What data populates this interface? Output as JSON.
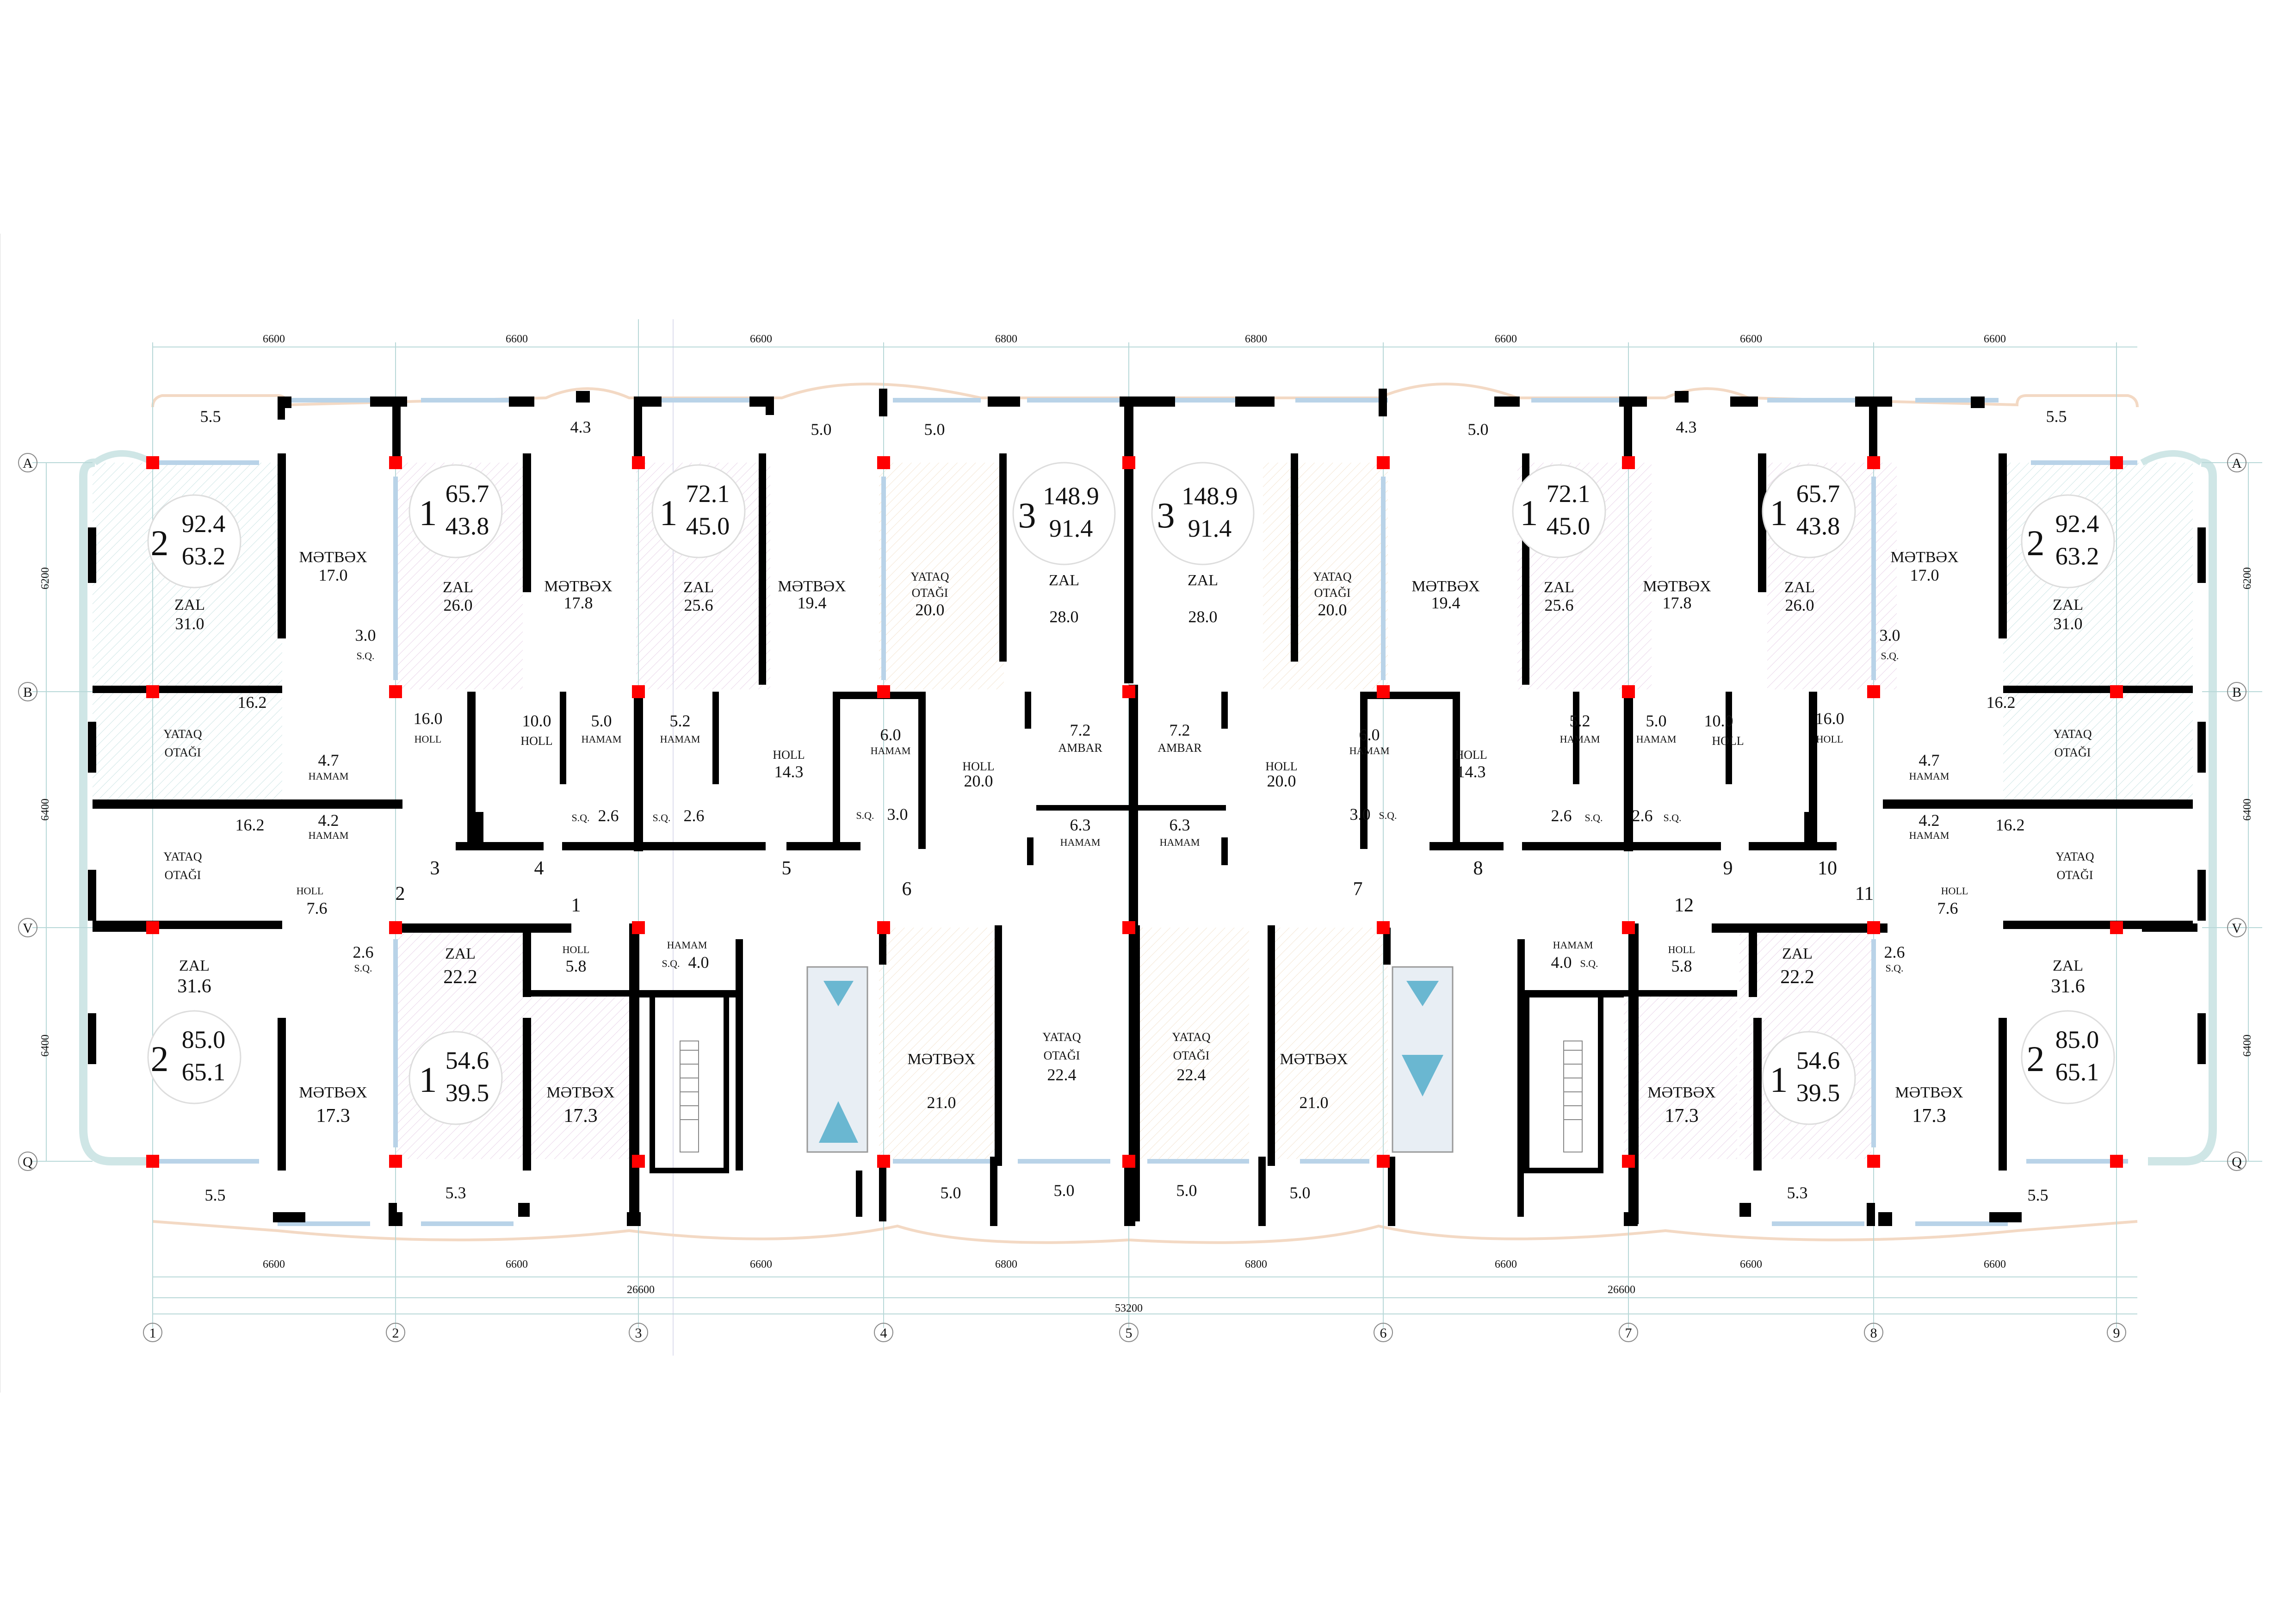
{
  "axes": {
    "cols": [
      "1",
      "2",
      "3",
      "4",
      "5",
      "6",
      "7",
      "8",
      "9"
    ],
    "rows": [
      "A",
      "B",
      "V",
      "Q"
    ]
  },
  "dimensions": {
    "top": [
      "6600",
      "6600",
      "6600",
      "6800",
      "6800",
      "6600",
      "6600",
      "6600"
    ],
    "bottom": [
      "6600",
      "6600",
      "6600",
      "6800",
      "6800",
      "6600",
      "6600",
      "6600"
    ],
    "half_left": "26600",
    "half_right": "26600",
    "total": "53200",
    "left_side": [
      "6200",
      "6400",
      "6400"
    ],
    "right_side": [
      "6200",
      "6400",
      "6400"
    ]
  },
  "apartments": [
    {
      "rooms": "2",
      "total": "92.4",
      "living": "63.2"
    },
    {
      "rooms": "1",
      "total": "65.7",
      "living": "43.8"
    },
    {
      "rooms": "1",
      "total": "72.1",
      "living": "45.0"
    },
    {
      "rooms": "3",
      "total": "148.9",
      "living": "91.4"
    },
    {
      "rooms": "3",
      "total": "148.9",
      "living": "91.4"
    },
    {
      "rooms": "1",
      "total": "72.1",
      "living": "45.0"
    },
    {
      "rooms": "1",
      "total": "65.7",
      "living": "43.8"
    },
    {
      "rooms": "2",
      "total": "92.4",
      "living": "63.2"
    },
    {
      "rooms": "2",
      "total": "85.0",
      "living": "65.1"
    },
    {
      "rooms": "1",
      "total": "54.6",
      "living": "39.5"
    },
    {
      "rooms": "1",
      "total": "54.6",
      "living": "39.5"
    },
    {
      "rooms": "2",
      "total": "85.0",
      "living": "65.1"
    }
  ],
  "labels": {
    "zal": "ZAL",
    "metbex": "MƏTBƏX",
    "yataq": "YATAQ",
    "otagi": "OTAĞI",
    "hamam": "HAMAM",
    "holl": "HOLL",
    "ambar": "AMBAR",
    "sq": "S.Q."
  },
  "top_rooms": {
    "zal_left": "31.0",
    "metbex_1": "17.0",
    "sq_1": "3.0",
    "zal_2": "26.0",
    "metbex_2": "17.8",
    "zal_3": "25.6",
    "metbex_3": "19.4",
    "yataq_4": "20.0",
    "zal_5": "28.0",
    "zal_6": "28.0",
    "yataq_7": "20.0",
    "metbex_8": "19.4",
    "zal_9": "25.6",
    "metbex_10": "17.8",
    "zal_11": "26.0",
    "metbex_12": "17.0",
    "sq_12": "3.0",
    "zal_right": "31.0"
  },
  "balconies": {
    "top": [
      "5.5",
      "4.3",
      "5.0",
      "5.0",
      "5.0",
      "4.3",
      "5.5"
    ],
    "bottom": [
      "5.5",
      "5.3",
      "5.0",
      "5.0",
      "5.0",
      "5.0",
      "5.3",
      "5.5"
    ]
  },
  "middle_rooms": {
    "balcony_left_b": "16.2",
    "yataq_left_1": "",
    "hamam_l1": "4.7",
    "hamam_l2": "4.2",
    "holl_l1": "16.0",
    "balcony_left_v": "16.2",
    "holl_l2": "10.0",
    "hamam_l3": "5.0",
    "hamam_l4": "5.2",
    "sq_l3": "2.6",
    "sq_l4": "2.6",
    "holl_l3": "14.3",
    "hamam_l5": "6.0",
    "sq_l5": "3.0",
    "holl_l4": "20.0",
    "ambar_l": "7.2",
    "hamam_l6": "6.3",
    "ambar_r": "7.2",
    "hamam_r6": "6.3",
    "holl_r4": "20.0",
    "hamam_r5": "6.0",
    "sq_r5": "3.0",
    "holl_r3": "14.3",
    "hamam_r4": "5.2",
    "hamam_r3": "5.0",
    "sq_r4": "2.6",
    "sq_r3": "2.6",
    "holl_r2": "10.0",
    "holl_r1": "16.0",
    "hamam_r1": "4.7",
    "hamam_r2": "4.2",
    "balcony_right_b": "16.2",
    "balcony_right_v": "16.2",
    "holl_l5": "7.6",
    "holl_r5": "7.6"
  },
  "bottom_rooms": {
    "zal_left": "31.6",
    "sq_l": "2.6",
    "metbex_l": "17.3",
    "zal_2": "22.2",
    "holl_3": "5.8",
    "hamam_3": "4.0",
    "metbex_3": "17.3",
    "metbex_4": "21.0",
    "yataq_5": "22.4",
    "yataq_6": "22.4",
    "metbex_7": "21.0",
    "hamam_8": "4.0",
    "holl_8": "5.8",
    "metbex_8": "17.3",
    "zal_9": "22.2",
    "sq_r": "2.6",
    "metbex_r": "17.3",
    "zal_right": "31.6"
  },
  "flat_numbers": [
    "1",
    "2",
    "3",
    "4",
    "5",
    "6",
    "7",
    "8",
    "9",
    "10",
    "11",
    "12"
  ]
}
